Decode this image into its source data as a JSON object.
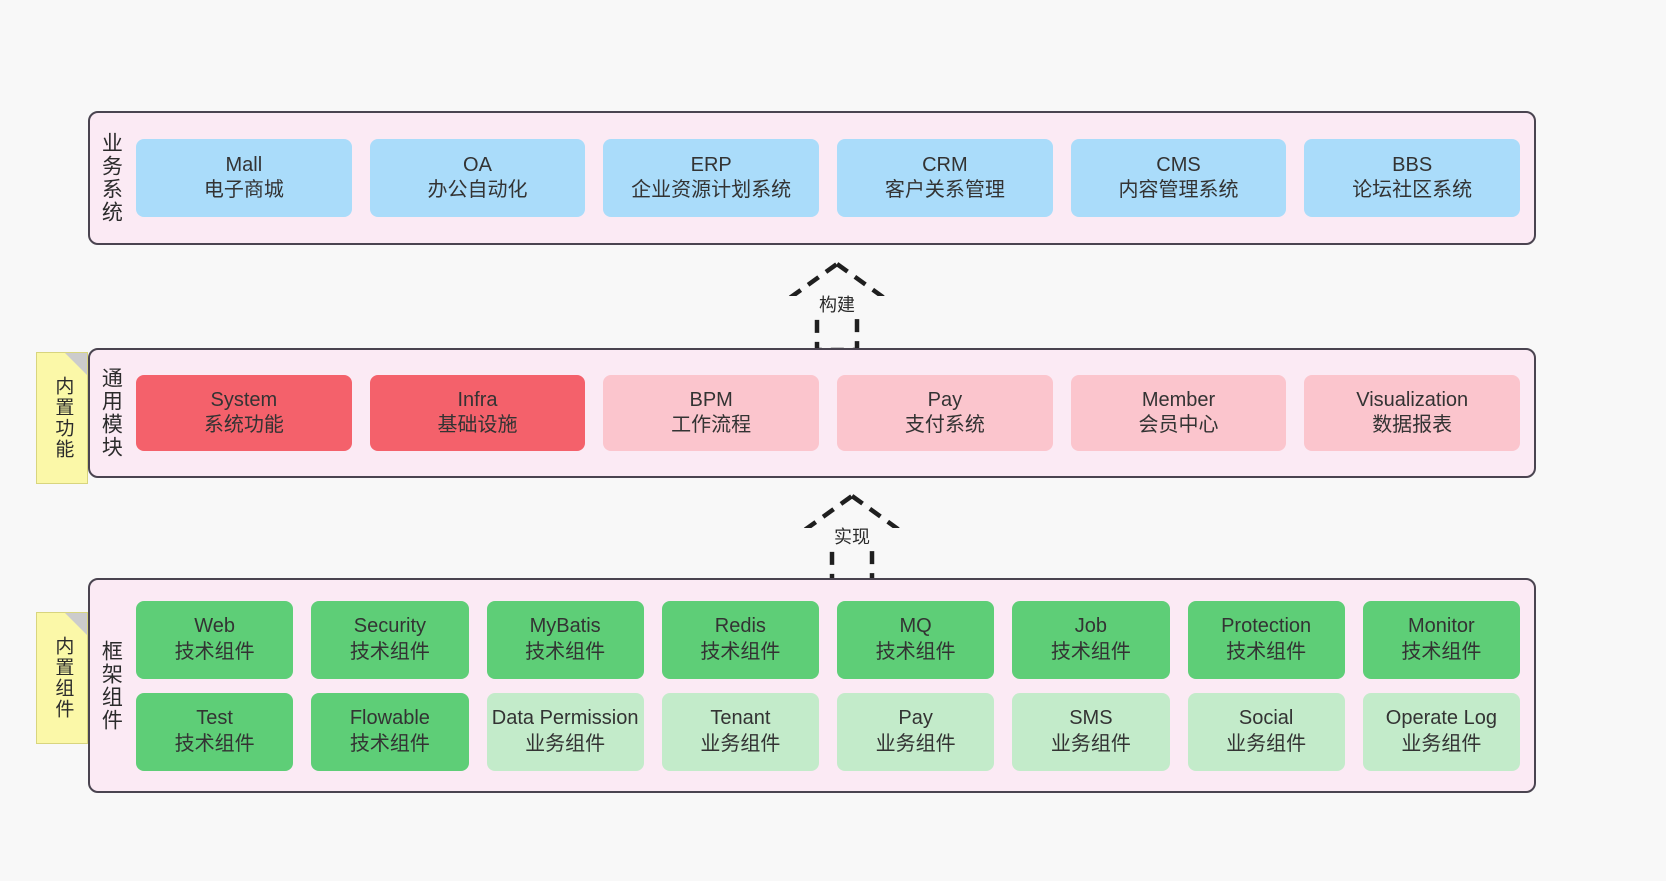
{
  "layers": [
    {
      "id": "business-systems",
      "title": "业务系统",
      "rows": [
        {
          "cards": [
            {
              "name": "Mall",
              "sub": "电子商城",
              "color": "#aadcfa"
            },
            {
              "name": "OA",
              "sub": "办公自动化",
              "color": "#aadcfa"
            },
            {
              "name": "ERP",
              "sub": "企业资源计划系统",
              "color": "#aadcfa"
            },
            {
              "name": "CRM",
              "sub": "客户关系管理",
              "color": "#aadcfa"
            },
            {
              "name": "CMS",
              "sub": "内容管理系统",
              "color": "#aadcfa"
            },
            {
              "name": "BBS",
              "sub": "论坛社区系统",
              "color": "#aadcfa"
            }
          ]
        }
      ]
    },
    {
      "id": "common-modules",
      "title": "通用模块",
      "note": "内置功能",
      "rows": [
        {
          "cards": [
            {
              "name": "System",
              "sub": "系统功能",
              "color": "#f4616b"
            },
            {
              "name": "Infra",
              "sub": "基础设施",
              "color": "#f4616b"
            },
            {
              "name": "BPM",
              "sub": "工作流程",
              "color": "#fbc5cd"
            },
            {
              "name": "Pay",
              "sub": "支付系统",
              "color": "#fbc5cd"
            },
            {
              "name": "Member",
              "sub": "会员中心",
              "color": "#fbc5cd"
            },
            {
              "name": "Visualization",
              "sub": "数据报表",
              "color": "#fbc5cd"
            }
          ]
        }
      ]
    },
    {
      "id": "framework-components",
      "title": "框架组件",
      "note": "内置组件",
      "rows": [
        {
          "cards": [
            {
              "name": "Web",
              "sub": "技术组件",
              "color": "#5ece77"
            },
            {
              "name": "Security",
              "sub": "技术组件",
              "color": "#5ece77"
            },
            {
              "name": "MyBatis",
              "sub": "技术组件",
              "color": "#5ece77"
            },
            {
              "name": "Redis",
              "sub": "技术组件",
              "color": "#5ece77"
            },
            {
              "name": "MQ",
              "sub": "技术组件",
              "color": "#5ece77"
            },
            {
              "name": "Job",
              "sub": "技术组件",
              "color": "#5ece77"
            },
            {
              "name": "Protection",
              "sub": "技术组件",
              "color": "#5ece77"
            },
            {
              "name": "Monitor",
              "sub": "技术组件",
              "color": "#5ece77"
            }
          ]
        },
        {
          "cards": [
            {
              "name": "Test",
              "sub": "技术组件",
              "color": "#5ece77"
            },
            {
              "name": "Flowable",
              "sub": "技术组件",
              "color": "#5ece77"
            },
            {
              "name": "Data Permission",
              "sub": "业务组件",
              "color": "#c3ebca"
            },
            {
              "name": "Tenant",
              "sub": "业务组件",
              "color": "#c3ebca"
            },
            {
              "name": "Pay",
              "sub": "业务组件",
              "color": "#c3ebca"
            },
            {
              "name": "SMS",
              "sub": "业务组件",
              "color": "#c3ebca"
            },
            {
              "name": "Social",
              "sub": "业务组件",
              "color": "#c3ebca"
            },
            {
              "name": "Operate Log",
              "sub": "业务组件",
              "color": "#c3ebca"
            }
          ]
        }
      ]
    }
  ],
  "connectors": [
    {
      "id": "build",
      "label": "构建"
    },
    {
      "id": "implement",
      "label": "实现"
    }
  ],
  "colors": {
    "canvas": "#f8f8f8",
    "panel_fill": "#fbeaf4",
    "panel_border": "#4a4450",
    "note_fill": "#fbf8a8",
    "note_fold": "#cccccc",
    "blue": "#aadcfa",
    "red": "#f4616b",
    "pink": "#fbc5cd",
    "green": "#5ece77",
    "light_green": "#c3ebca",
    "text": "#333333",
    "connector_stroke": "#1f1f1f"
  }
}
